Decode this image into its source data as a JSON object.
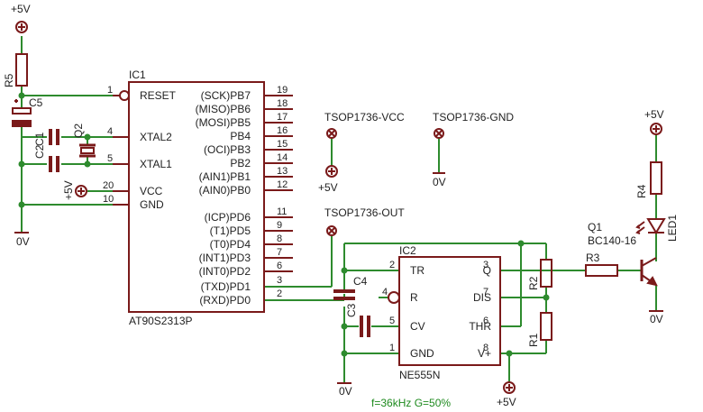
{
  "colors": {
    "component": "#7a1a1a",
    "wire": "#2e8b2e",
    "text": "#222222",
    "power": "#7a1a1a",
    "note": "#1e8a1e"
  },
  "labels": {
    "vcc_top_left": "+5V",
    "r5": "R5",
    "c5": "C5",
    "c1": "C1",
    "c2": "C2",
    "q2": "Q2",
    "vcc_left_mid": "+5V",
    "gnd_left": "0V",
    "ic1": "IC1",
    "ic1_part": "AT90S2313P",
    "tsop_vcc": "TSOP1736-VCC",
    "tsop_gnd": "TSOP1736-GND",
    "tsop_vcc_supply": "+5V",
    "tsop_gnd_supply": "0V",
    "tsop_out": "TSOP1736-OUT",
    "ic2": "IC2",
    "ic2_part": "NE555N",
    "c4": "C4",
    "c3": "C3",
    "r2": "R2",
    "r1": "R1",
    "r3": "R3",
    "r4": "R4",
    "q1": "Q1",
    "q1_part": "BC140-16",
    "led1": "LED1",
    "vcc_right": "+5V",
    "gnd_right": "0V",
    "gnd_ic2": "0V",
    "vcc_ic2": "+5V",
    "note": "f=36kHz G=50%"
  },
  "ic1": {
    "left_pins": [
      {
        "num": "1",
        "name": "RESET"
      },
      {
        "num": "4",
        "name": "XTAL2"
      },
      {
        "num": "5",
        "name": "XTAL1"
      },
      {
        "num": "20",
        "name": "VCC"
      },
      {
        "num": "10",
        "name": "GND"
      }
    ],
    "right_pins": [
      {
        "num": "19",
        "name": "(SCK)PB7"
      },
      {
        "num": "18",
        "name": "(MISO)PB6"
      },
      {
        "num": "17",
        "name": "(MOSI)PB5"
      },
      {
        "num": "16",
        "name": "PB4"
      },
      {
        "num": "15",
        "name": "(OCI)PB3"
      },
      {
        "num": "14",
        "name": "PB2"
      },
      {
        "num": "13",
        "name": "(AIN1)PB1"
      },
      {
        "num": "12",
        "name": "(AIN0)PB0"
      },
      {
        "num": "11",
        "name": "(ICP)PD6"
      },
      {
        "num": "9",
        "name": "(T1)PD5"
      },
      {
        "num": "8",
        "name": "(T0)PD4"
      },
      {
        "num": "7",
        "name": "(INT1)PD3"
      },
      {
        "num": "6",
        "name": "(INT0)PD2"
      },
      {
        "num": "3",
        "name": "(TXD)PD1"
      },
      {
        "num": "2",
        "name": "(RXD)PD0"
      }
    ]
  },
  "ic2": {
    "left_pins": [
      {
        "num": "2",
        "name": "TR"
      },
      {
        "num": "4",
        "name": "R"
      },
      {
        "num": "5",
        "name": "CV"
      },
      {
        "num": "1",
        "name": "GND"
      }
    ],
    "right_pins": [
      {
        "num": "3",
        "name": "Q"
      },
      {
        "num": "7",
        "name": "DIS"
      },
      {
        "num": "6",
        "name": "THR"
      },
      {
        "num": "8",
        "name": "V+"
      }
    ]
  }
}
